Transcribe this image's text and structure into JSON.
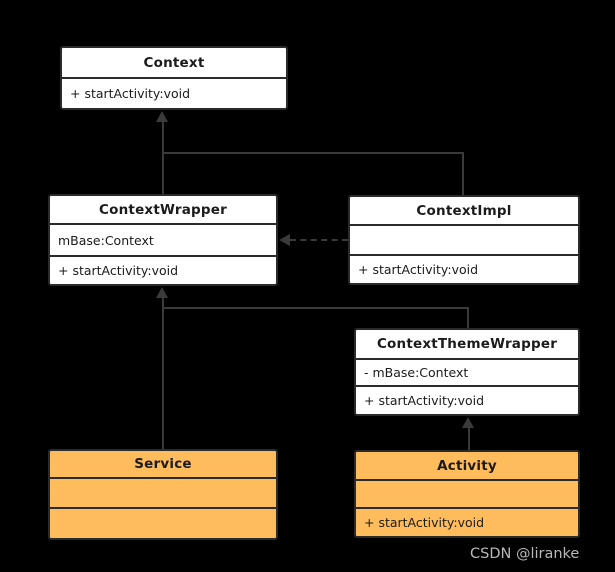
{
  "diagram": {
    "type": "uml-class-diagram",
    "background_color": "#000000",
    "box_fill_color": "#ffffff",
    "highlight_fill_color": "#ffbc5c",
    "border_color": "#2b2b2b",
    "connector_color": "#3a3a3a",
    "classes": [
      {
        "id": "context",
        "name": "Context",
        "highlighted": false,
        "attributes": [],
        "methods": [
          "+ startActivity:void"
        ]
      },
      {
        "id": "context-wrapper",
        "name": "ContextWrapper",
        "highlighted": false,
        "attributes": [
          "mBase:Context"
        ],
        "methods": [
          "+ startActivity:void"
        ]
      },
      {
        "id": "context-impl",
        "name": "ContextImpl",
        "highlighted": false,
        "attributes": [
          ""
        ],
        "methods": [
          "+ startActivity:void"
        ]
      },
      {
        "id": "context-theme-wrapper",
        "name": "ContextThemeWrapper",
        "highlighted": false,
        "attributes": [
          "- mBase:Context"
        ],
        "methods": [
          "+ startActivity:void"
        ]
      },
      {
        "id": "service",
        "name": "Service",
        "highlighted": true,
        "attributes": [
          ""
        ],
        "methods": [
          ""
        ]
      },
      {
        "id": "activity",
        "name": "Activity",
        "highlighted": true,
        "attributes": [
          ""
        ],
        "methods": [
          "+ startActivity:void"
        ]
      }
    ],
    "relations": [
      {
        "id": "wrapper-extends-context",
        "from": "ContextWrapper",
        "to": "Context",
        "kind": "generalization"
      },
      {
        "id": "impl-extends-context",
        "from": "ContextImpl",
        "to": "Context",
        "kind": "generalization"
      },
      {
        "id": "impl-depends-wrapper",
        "from": "ContextImpl",
        "to": "ContextWrapper",
        "kind": "dependency"
      },
      {
        "id": "service-extends-wrapper",
        "from": "Service",
        "to": "ContextWrapper",
        "kind": "generalization"
      },
      {
        "id": "theme-extends-wrapper",
        "from": "ContextThemeWrapper",
        "to": "ContextWrapper",
        "kind": "generalization"
      },
      {
        "id": "activity-extends-theme",
        "from": "Activity",
        "to": "ContextThemeWrapper",
        "kind": "generalization"
      }
    ]
  },
  "watermark": {
    "text": "CSDN @liranke"
  }
}
